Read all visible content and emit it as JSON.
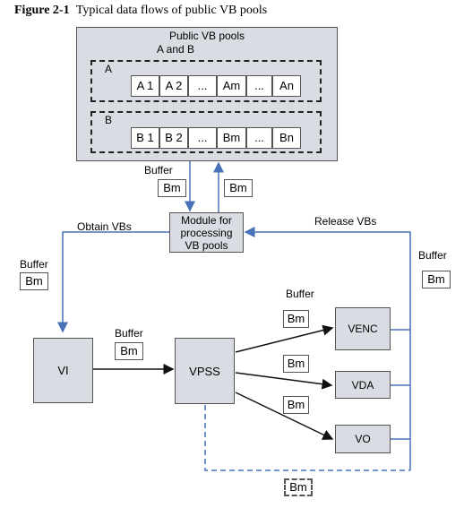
{
  "caption": {
    "figure": "Figure 2-1",
    "title": "Typical data flows of public VB pools"
  },
  "pools": {
    "title_line1": "Public VB pools",
    "title_line2": "A and B",
    "pool_a": {
      "label": "A",
      "blocks": [
        "A 1",
        "A 2",
        "...",
        "Am",
        "...",
        "An"
      ]
    },
    "pool_b": {
      "label": "B",
      "blocks": [
        "B 1",
        "B 2",
        "...",
        "Bm",
        "...",
        "Bn"
      ]
    }
  },
  "module": {
    "label": "Module for processing VB pools"
  },
  "flows": {
    "obtain": "Obtain VBs",
    "release": "Release VBs",
    "buffer": "Buffer",
    "bm": "Bm"
  },
  "components": {
    "vi": "VI",
    "vpss": "VPSS",
    "venc": "VENC",
    "vda": "VDA",
    "vo": "VO"
  },
  "colors": {
    "blue_line": "#4a72b8",
    "panel": "#d9dde3"
  }
}
